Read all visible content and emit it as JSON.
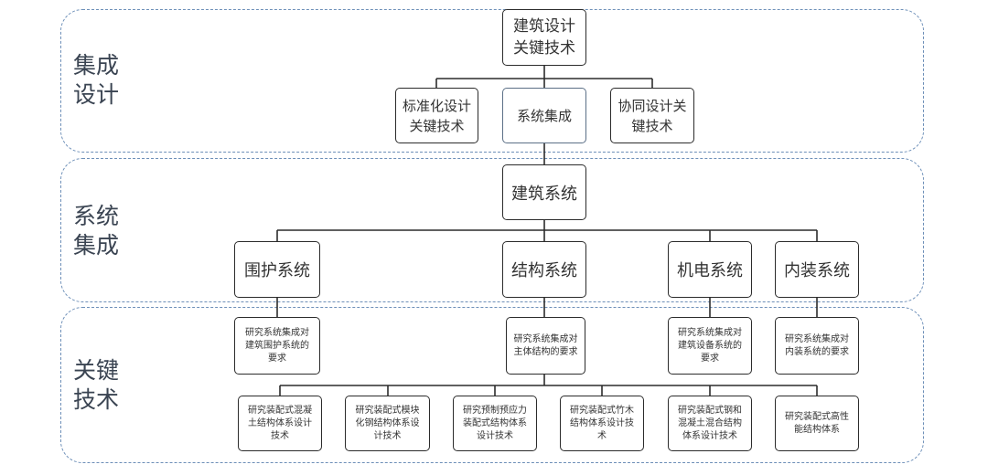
{
  "bands": [
    {
      "label": "集成\n设计"
    },
    {
      "label": "系统\n集成"
    },
    {
      "label": "关键\n技术"
    }
  ],
  "nodes": {
    "root": "建筑设计\n关键技术",
    "standard": "标准化设计\n关键技术",
    "integration": "系统集成",
    "collab": "协同设计关\n键技术",
    "building": "建筑系统",
    "enclosure": "围护系统",
    "structure": "结构系统",
    "mep": "机电系统",
    "interior": "内装系统",
    "req_enclosure": "研究系统集成对\n建筑围护系统的\n要求",
    "req_structure": "研究系统集成对\n主体结构的要求",
    "req_mep": "研究系统集成对\n建筑设备系统的\n要求",
    "req_interior": "研究系统集成对\n内装系统的要求",
    "tech_concrete": "研究装配式混凝\n土结构体系设计\n技术",
    "tech_modular": "研究装配式模块\n化钢结构体系设\n计技术",
    "tech_prestress": "研究预制预应力\n装配式结构体系\n设计技术",
    "tech_bamboo": "研究装配式竹木\n结构体系设计技\n术",
    "tech_steel_concrete": "研究装配式钢和\n混凝土混合结构\n体系设计技术",
    "tech_high": "研究装配式高性\n能结构体系"
  },
  "colors": {
    "band_border": "#6d8fb8",
    "node_border": "#2b2b2b",
    "line": "#2b2b2b"
  }
}
